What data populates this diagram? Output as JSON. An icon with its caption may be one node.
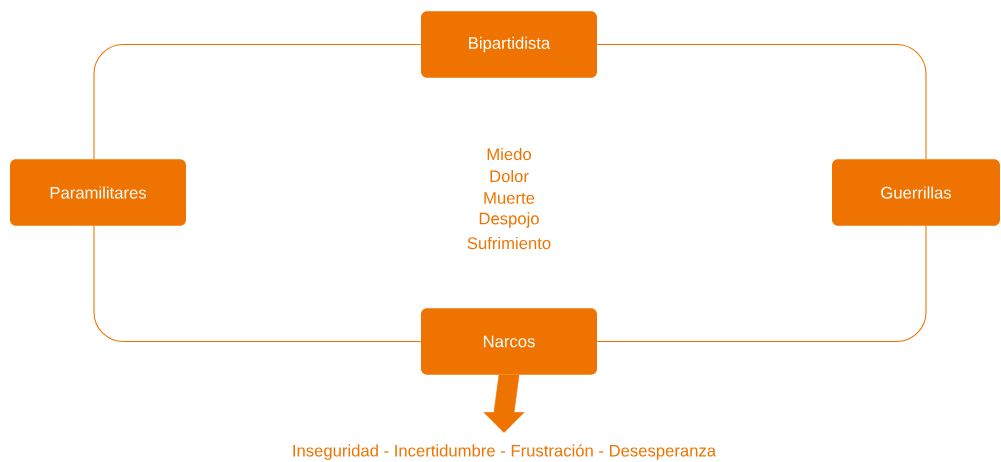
{
  "diagram": {
    "nodes": [
      {
        "text": [
          "Bipartidista"
        ]
      },
      {
        "text": [
          "Paramilitares"
        ]
      },
      {
        "text": [
          "Guerrillas"
        ]
      },
      {
        "text": [
          "Narcos"
        ]
      },
      {
        "text": [
          "Inseguridad - Incertidumbre - Frustración - Desesperanza"
        ]
      }
    ],
    "edges": [
      {
        "from": 0,
        "to": 2,
        "arrow": "none"
      },
      {
        "from": 2,
        "to": 3,
        "arrow": "none"
      },
      {
        "from": 3,
        "to": 1,
        "arrow": "none"
      },
      {
        "from": 1,
        "to": 0,
        "arrow": "none"
      },
      {
        "from": 3,
        "to": 4,
        "arrow": "to",
        "style": "thick"
      }
    ],
    "labels": [
      "Miedo",
      "Dolor",
      "Muerte",
      "Despojo",
      "Sufrimiento"
    ]
  }
}
